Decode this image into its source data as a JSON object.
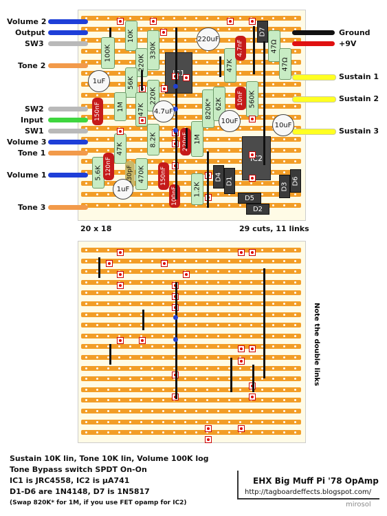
{
  "labels_left": {
    "volume2": "Volume 2",
    "output": "Output",
    "sw3": "SW3",
    "tone2": "Tone 2",
    "sw2": "SW2",
    "input": "Input",
    "sw1": "SW1",
    "volume3": "Volume 3",
    "tone1": "Tone 1",
    "volume1": "Volume 1",
    "tone3": "Tone 3"
  },
  "labels_right": {
    "ground": "Ground",
    "v9": "+9V",
    "sustain1": "Sustain 1",
    "sustain2": "Sustain 2",
    "sustain3": "Sustain 3"
  },
  "board_info": {
    "size": "20 x 18",
    "cuts": "29 cuts, 11 links"
  },
  "side_note": "Note the double links",
  "components": {
    "r_100k": "100K",
    "r_10k": "10K",
    "r_220k_a": "220K",
    "r_330k": "330K",
    "r_56k": "56K",
    "r_1m_a": "1M",
    "r_47k_a": "47K",
    "r_220k_b": "220K",
    "r_47k_b": "47K",
    "r_8_2k": "8.2K",
    "r_470k": "470K",
    "r_5_6k": "5.6K",
    "r_1m_b": "1M",
    "r_1_2k": "1.2K",
    "r_820k": "820K*",
    "r_62k": "62K",
    "r_47k_c": "47K",
    "r_560k": "560K",
    "r_47r_a": "47Ω",
    "r_47r_b": "47Ω",
    "c_1u_a": "1uF",
    "c_150n_a": "150nF",
    "c_4_7u": "4.7uF",
    "c_220n": "220nF",
    "c_120n": "120nF",
    "c_330p": "330pF",
    "c_1u_b": "1uF",
    "c_150n_b": "150nF",
    "c_100n": "100nF",
    "c_220u": "220uF",
    "c_4_7n": "4.7nF",
    "c_10n": "10nF",
    "c_10u_a": "10uF",
    "c_10u_b": "10uF",
    "ic1": "IC1",
    "ic2": "IC2",
    "d1": "D1",
    "d2": "D2",
    "d3": "D3",
    "d4": "D4",
    "d5": "D5",
    "d6": "D6",
    "d7": "D7"
  },
  "notes": [
    "Sustain 10K lin, Tone 10K lin, Volume 100K log",
    "Tone Bypass switch SPDT On-On",
    "IC1 is JRC4558, IC2 is μA741",
    "D1-D6 are 1N4148, D7 is 1N5817",
    "(Swap 820K* for 1M, if you use FET opamp for IC2)"
  ],
  "title": "EHX Big Muff Pi '78 OpAmp",
  "url": "http://tagboardeffects.blogspot.com/",
  "author": "mirosol",
  "colors": {
    "strip": "#f29d27",
    "wire_blue": "#1e3fd8",
    "wire_grey": "#b9b9b9",
    "wire_orange": "#f29a4a",
    "wire_green": "#3fd63f",
    "wire_black": "#111111",
    "wire_red": "#e01010",
    "wire_yellow": "#ffff22"
  }
}
